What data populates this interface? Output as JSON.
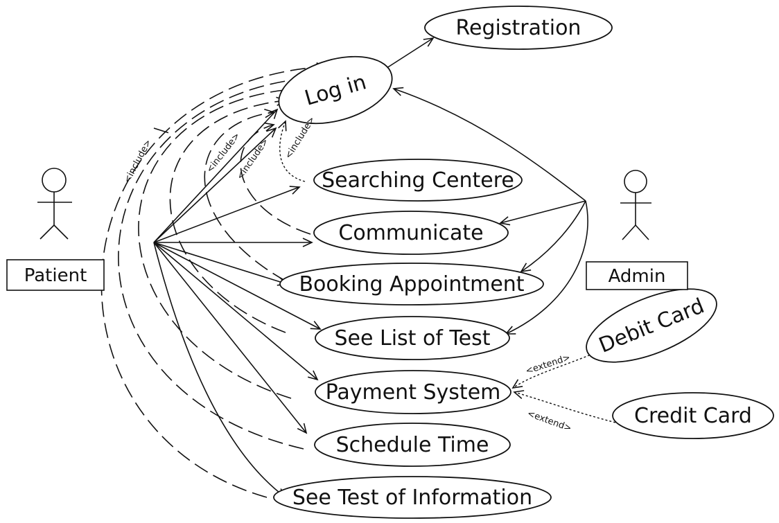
{
  "actors": {
    "patient": "Patient",
    "admin": "Admin"
  },
  "use_cases": {
    "registration": "Registration",
    "login": "Log in",
    "searching_centere": "Searching Centere",
    "communicate": "Communicate",
    "booking_appointment": "Booking Appointment",
    "see_list_of_test": "See List of Test",
    "payment_system": "Payment System",
    "schedule_time": "Schedule Time",
    "see_test_of_information": "See Test of Information",
    "debit_card": "Debit Card",
    "credit_card": "Credit Card"
  },
  "stereotypes": {
    "include": "<include>",
    "extend": "<extend>"
  }
}
